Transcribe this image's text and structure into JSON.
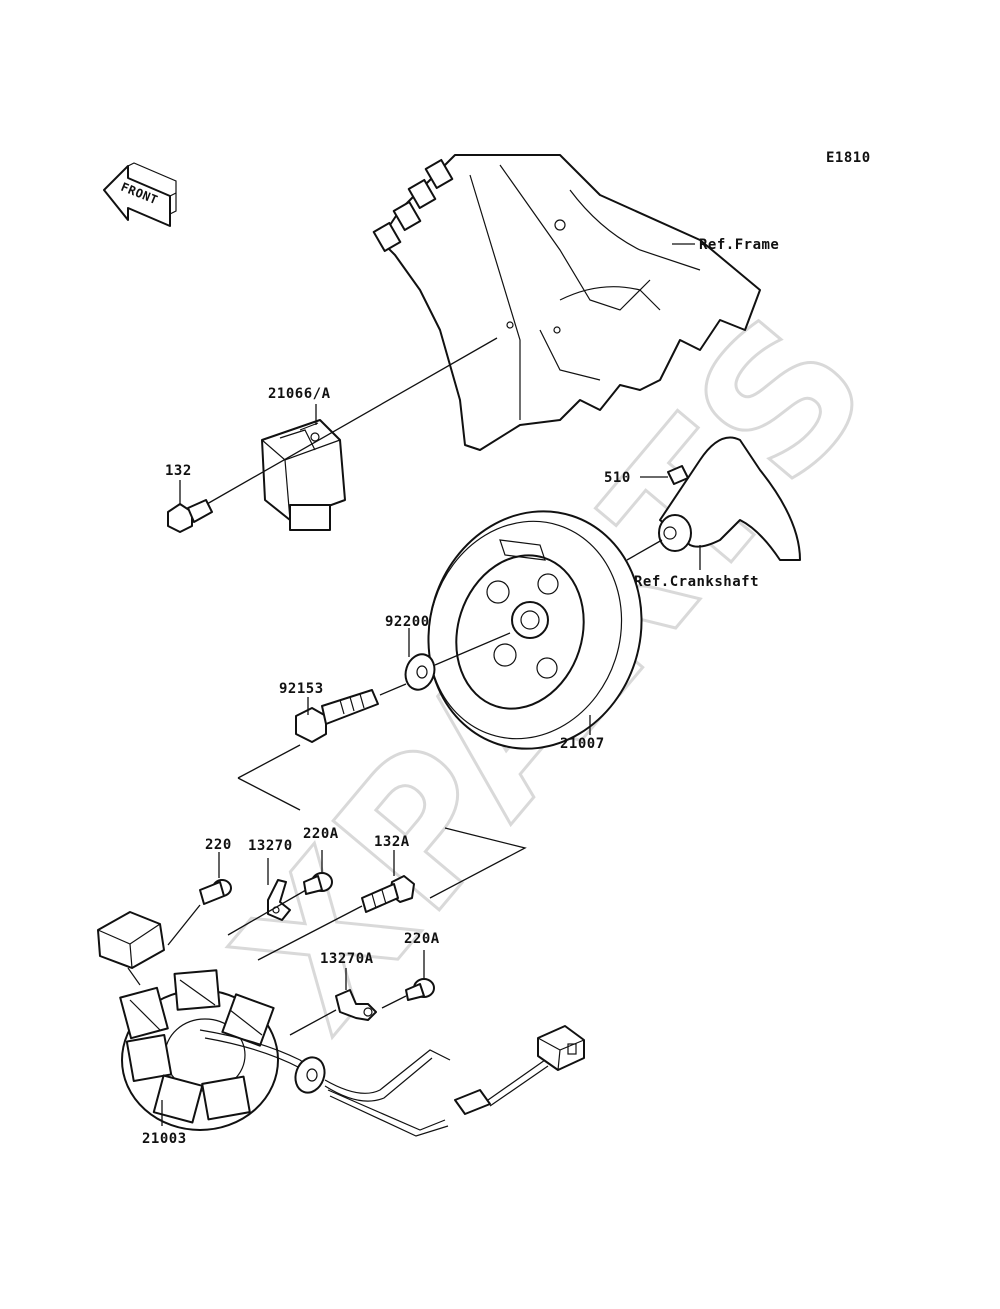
{
  "diagram": {
    "code": "E1810",
    "front_label": "FRONT",
    "watermark": "XPARTS",
    "references": {
      "frame": "Ref.Frame",
      "crankshaft": "Ref.Crankshaft"
    },
    "parts": {
      "p21066A": "21066/A",
      "p132": "132",
      "p510": "510",
      "p92200": "92200",
      "p92153": "92153",
      "p21007": "21007",
      "p220": "220",
      "p13270": "13270",
      "p220A_top": "220A",
      "p132A": "132A",
      "p220A_bottom": "220A",
      "p13270A": "13270A",
      "p21003": "21003"
    }
  }
}
